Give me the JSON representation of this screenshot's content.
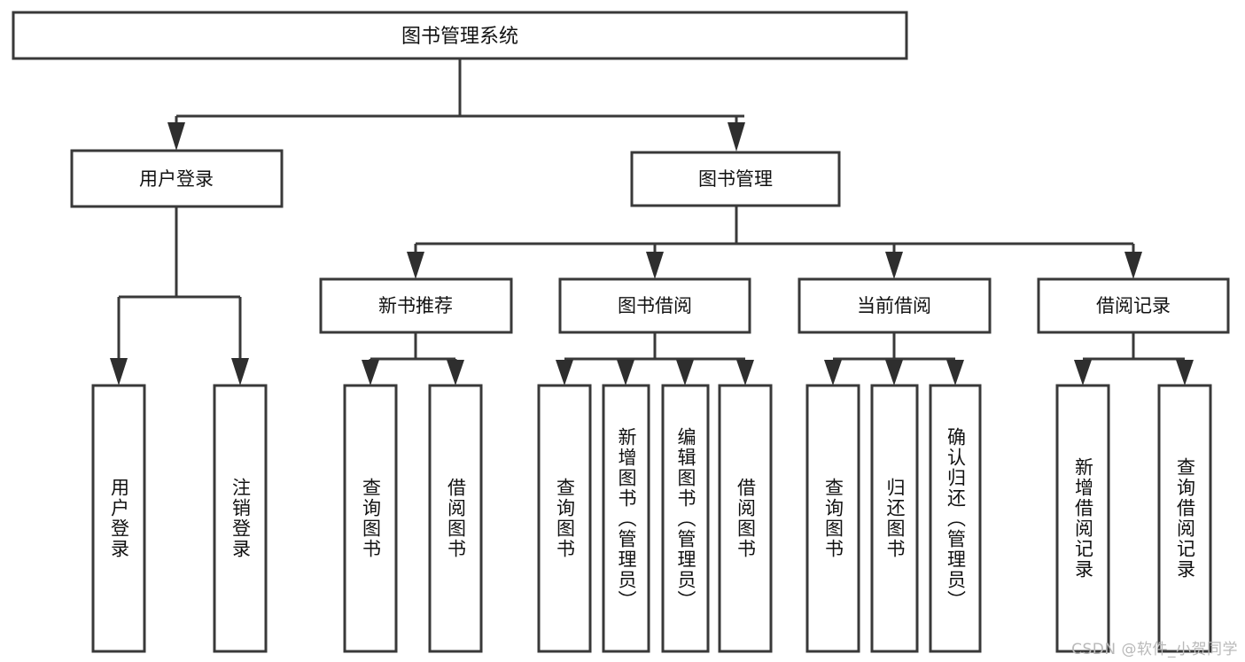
{
  "diagram": {
    "type": "tree-hierarchy",
    "orientation": "top-down",
    "title": "图书管理系统",
    "colors": {
      "box_stroke": "#393939",
      "box_fill": "#ffffff",
      "connector": "#393939",
      "text": "#111111",
      "watermark": "#b9b9b9",
      "background": "#ffffff"
    },
    "root": {
      "label": "图书管理系统"
    },
    "level2": [
      {
        "label": "用户登录"
      },
      {
        "label": "图书管理"
      }
    ],
    "level3": [
      {
        "label": "新书推荐"
      },
      {
        "label": "图书借阅"
      },
      {
        "label": "当前借阅"
      },
      {
        "label": "借阅记录"
      }
    ],
    "leaves": {
      "user_login": [
        {
          "label": "用户登录"
        },
        {
          "label": "注销登录"
        }
      ],
      "new_book_recommend": [
        {
          "label": "查询图书"
        },
        {
          "label": "借阅图书"
        }
      ],
      "book_borrow": [
        {
          "label": "查询图书"
        },
        {
          "label": "新增图书（管理员）"
        },
        {
          "label": "编辑图书（管理员）"
        },
        {
          "label": "借阅图书"
        }
      ],
      "current_borrow": [
        {
          "label": "查询图书"
        },
        {
          "label": "归还图书"
        },
        {
          "label": "确认归还（管理员）"
        }
      ],
      "borrow_record": [
        {
          "label": "新增借阅记录"
        },
        {
          "label": "查询借阅记录"
        }
      ]
    }
  },
  "watermark": {
    "text": "CSDN @软件_小贺同学"
  }
}
